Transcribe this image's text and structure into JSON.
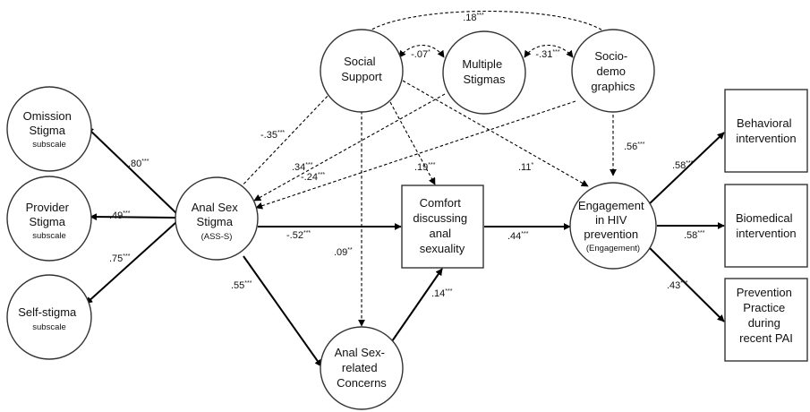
{
  "nodes": {
    "omission": {
      "lines": [
        "Omission",
        "Stigma"
      ],
      "sub": "subscale"
    },
    "provider": {
      "lines": [
        "Provider",
        "Stigma"
      ],
      "sub": "subscale"
    },
    "self": {
      "lines": [
        "Self-stigma"
      ],
      "sub": "subscale"
    },
    "anal_sex_stigma": {
      "lines": [
        "Anal Sex",
        "Stigma"
      ],
      "sub": "(ASS-S)"
    },
    "social_support": {
      "lines": [
        "Social",
        "Support"
      ]
    },
    "multiple_stigmas": {
      "lines": [
        "Multiple",
        "Stigmas"
      ]
    },
    "sociodemo": {
      "lines": [
        "Socio-",
        "demo",
        "graphics"
      ]
    },
    "comfort": {
      "lines": [
        "Comfort",
        "discussing",
        "anal",
        "sexuality"
      ]
    },
    "concerns": {
      "lines": [
        "Anal Sex-",
        "related",
        "Concerns"
      ]
    },
    "engagement": {
      "lines": [
        "Engagement",
        "in HIV",
        "prevention"
      ],
      "sub": "(Engagement)"
    },
    "behavioral": {
      "lines": [
        "Behavioral",
        "intervention"
      ]
    },
    "biomedical": {
      "lines": [
        "Biomedical",
        "intervention"
      ]
    },
    "practice": {
      "lines": [
        "Prevention",
        "Practice",
        "during",
        "recent PAI"
      ]
    }
  },
  "paths": {
    "ss_sociodemo": {
      "value": ".18",
      "sig": "***"
    },
    "ss_multiple": {
      "value": "-.07",
      "sig": "*"
    },
    "multiple_sociodemo": {
      "value": "-.31",
      "sig": "***"
    },
    "asss_omission": {
      "value": ".80",
      "sig": "***"
    },
    "asss_provider": {
      "value": ".49",
      "sig": "***"
    },
    "asss_self": {
      "value": ".75",
      "sig": "***"
    },
    "ss_asss": {
      "value": "-.35",
      "sig": "***"
    },
    "multiple_asss": {
      "value": ".34",
      "sig": "***"
    },
    "sociodemo_asss": {
      "value": "-.24",
      "sig": "***"
    },
    "ss_comfort": {
      "value": ".19",
      "sig": "***"
    },
    "ss_engagement": {
      "value": ".11",
      "sig": "*"
    },
    "sociodemo_engagement": {
      "value": ".56",
      "sig": "***"
    },
    "asss_comfort": {
      "value": "-.52",
      "sig": "***"
    },
    "ss_concerns": {
      "value": ".09",
      "sig": "**"
    },
    "asss_concerns": {
      "value": ".55",
      "sig": "***"
    },
    "concerns_comfort": {
      "value": ".14",
      "sig": "***"
    },
    "comfort_engagement": {
      "value": ".44",
      "sig": "***"
    },
    "engagement_behavioral": {
      "value": ".58",
      "sig": "***"
    },
    "engagement_biomedical": {
      "value": ".58",
      "sig": "***"
    },
    "engagement_practice": {
      "value": ".43",
      "sig": "***"
    }
  }
}
